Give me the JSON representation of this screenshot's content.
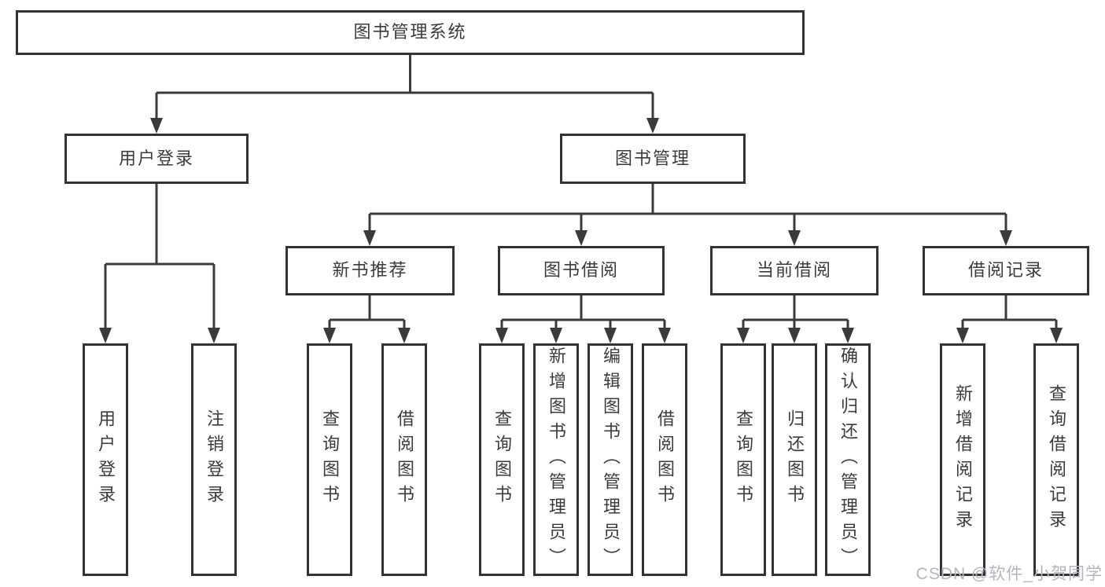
{
  "diagram": {
    "root": {
      "label": "图书管理系统"
    },
    "branches": [
      {
        "label": "用户登录",
        "children": [
          {
            "label": "用户登录"
          },
          {
            "label": "注销登录"
          }
        ]
      },
      {
        "label": "图书管理",
        "children": [
          {
            "label": "新书推荐",
            "children": [
              {
                "label": "查询图书"
              },
              {
                "label": "借阅图书"
              }
            ]
          },
          {
            "label": "图书借阅",
            "children": [
              {
                "label": "查询图书"
              },
              {
                "label": "新增图书（管理员）"
              },
              {
                "label": "编辑图书（管理员）"
              },
              {
                "label": "借阅图书"
              }
            ]
          },
          {
            "label": "当前借阅",
            "children": [
              {
                "label": "查询图书"
              },
              {
                "label": "归还图书"
              },
              {
                "label": "确认归还（管理员）"
              }
            ]
          },
          {
            "label": "借阅记录",
            "children": [
              {
                "label": "新增借阅记录"
              },
              {
                "label": "查询借阅记录"
              }
            ]
          }
        ]
      }
    ],
    "watermark": "CSDN @软件_小贺同学",
    "colors": {
      "line": "#3a3a3a",
      "border": "#333333",
      "text": "#3b3b3b",
      "watermark": "#b2b6bc",
      "background": "#ffffff"
    }
  }
}
